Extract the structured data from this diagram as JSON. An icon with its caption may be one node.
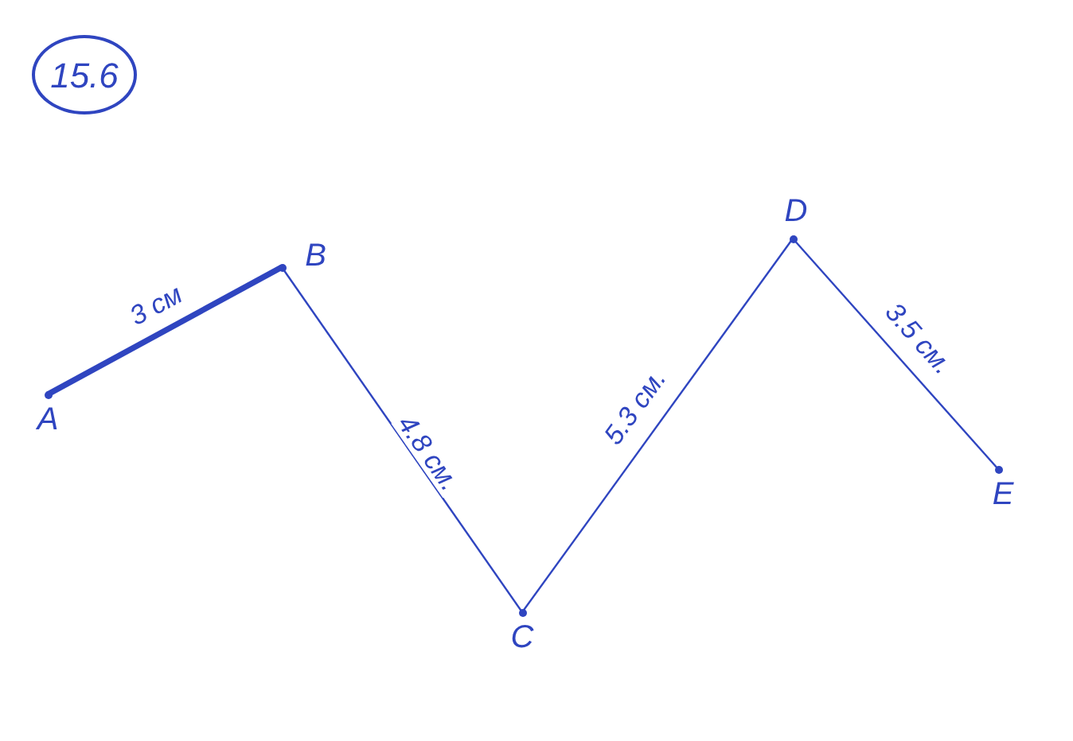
{
  "diagram": {
    "nodes": [
      {
        "text": [
          "15.6"
        ]
      },
      {
        "text": [
          "A"
        ]
      },
      {
        "text": [
          "B"
        ]
      },
      {
        "text": [
          "C"
        ]
      },
      {
        "text": [
          "D"
        ]
      },
      {
        "text": [
          "E"
        ]
      }
    ],
    "edges": [
      {
        "from": 1,
        "to": 2,
        "arrow": "none",
        "label": "3 см",
        "style": "thick"
      },
      {
        "from": 2,
        "to": 3,
        "arrow": "none",
        "label": "4.8 см."
      },
      {
        "from": 3,
        "to": 4,
        "arrow": "none",
        "label": "5.3 см."
      },
      {
        "from": 4,
        "to": 5,
        "arrow": "none",
        "label": "3.5 см."
      }
    ]
  }
}
